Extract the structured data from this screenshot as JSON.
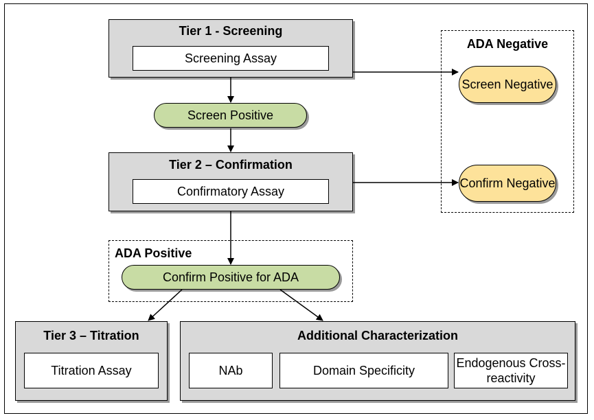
{
  "tier1": {
    "title": "Tier 1 - Screening",
    "assay": "Screening Assay"
  },
  "screen_positive": "Screen Positive",
  "tier2": {
    "title": "Tier 2 – Confirmation",
    "assay": "Confirmatory Assay"
  },
  "ada_negative": {
    "title": "ADA Negative",
    "screen_negative": "Screen Negative",
    "confirm_negative": "Confirm Negative"
  },
  "ada_positive": {
    "title": "ADA Positive",
    "confirm_positive": "Confirm Positive for ADA"
  },
  "tier3": {
    "title": "Tier 3 – Titration",
    "assay": "Titration Assay"
  },
  "additional": {
    "title": "Additional Characterization",
    "items": [
      "NAb",
      "Domain Specificity",
      "Endogenous Cross-reactivity"
    ]
  },
  "colors": {
    "tier_fill": "#d9d9d9",
    "green_pill": "#c8dca4",
    "yellow_pill": "#fde29a"
  }
}
